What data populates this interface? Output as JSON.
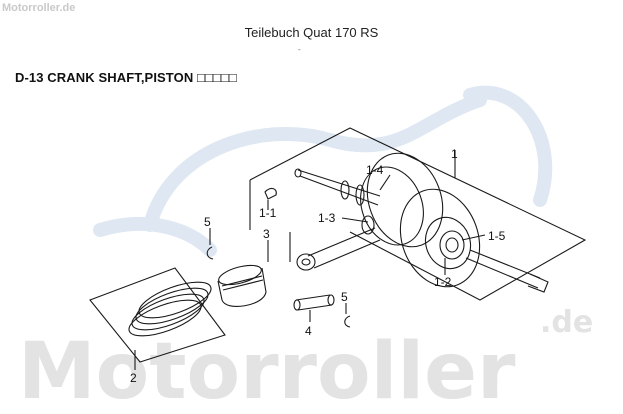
{
  "watermark": {
    "corner_text": "Motorroller.de",
    "big_text": "Motorroller",
    "big_suffix": ".de",
    "color": "#e3e3e3"
  },
  "header": {
    "title": "Teilebuch Quat 170 RS",
    "dash": "-"
  },
  "section": {
    "title": "D-13 CRANK SHAFT,PISTON □□□□□"
  },
  "parts": {
    "1": "1",
    "1_1": "1-1",
    "1_2": "1-2",
    "1_3": "1-3",
    "1_4": "1-4",
    "1_5": "1-5",
    "2": "2",
    "3": "3",
    "4": "4",
    "5a": "5",
    "5b": "5"
  },
  "colors": {
    "line": "#1a1a1a",
    "brand_shape": "#dfe8f2"
  }
}
